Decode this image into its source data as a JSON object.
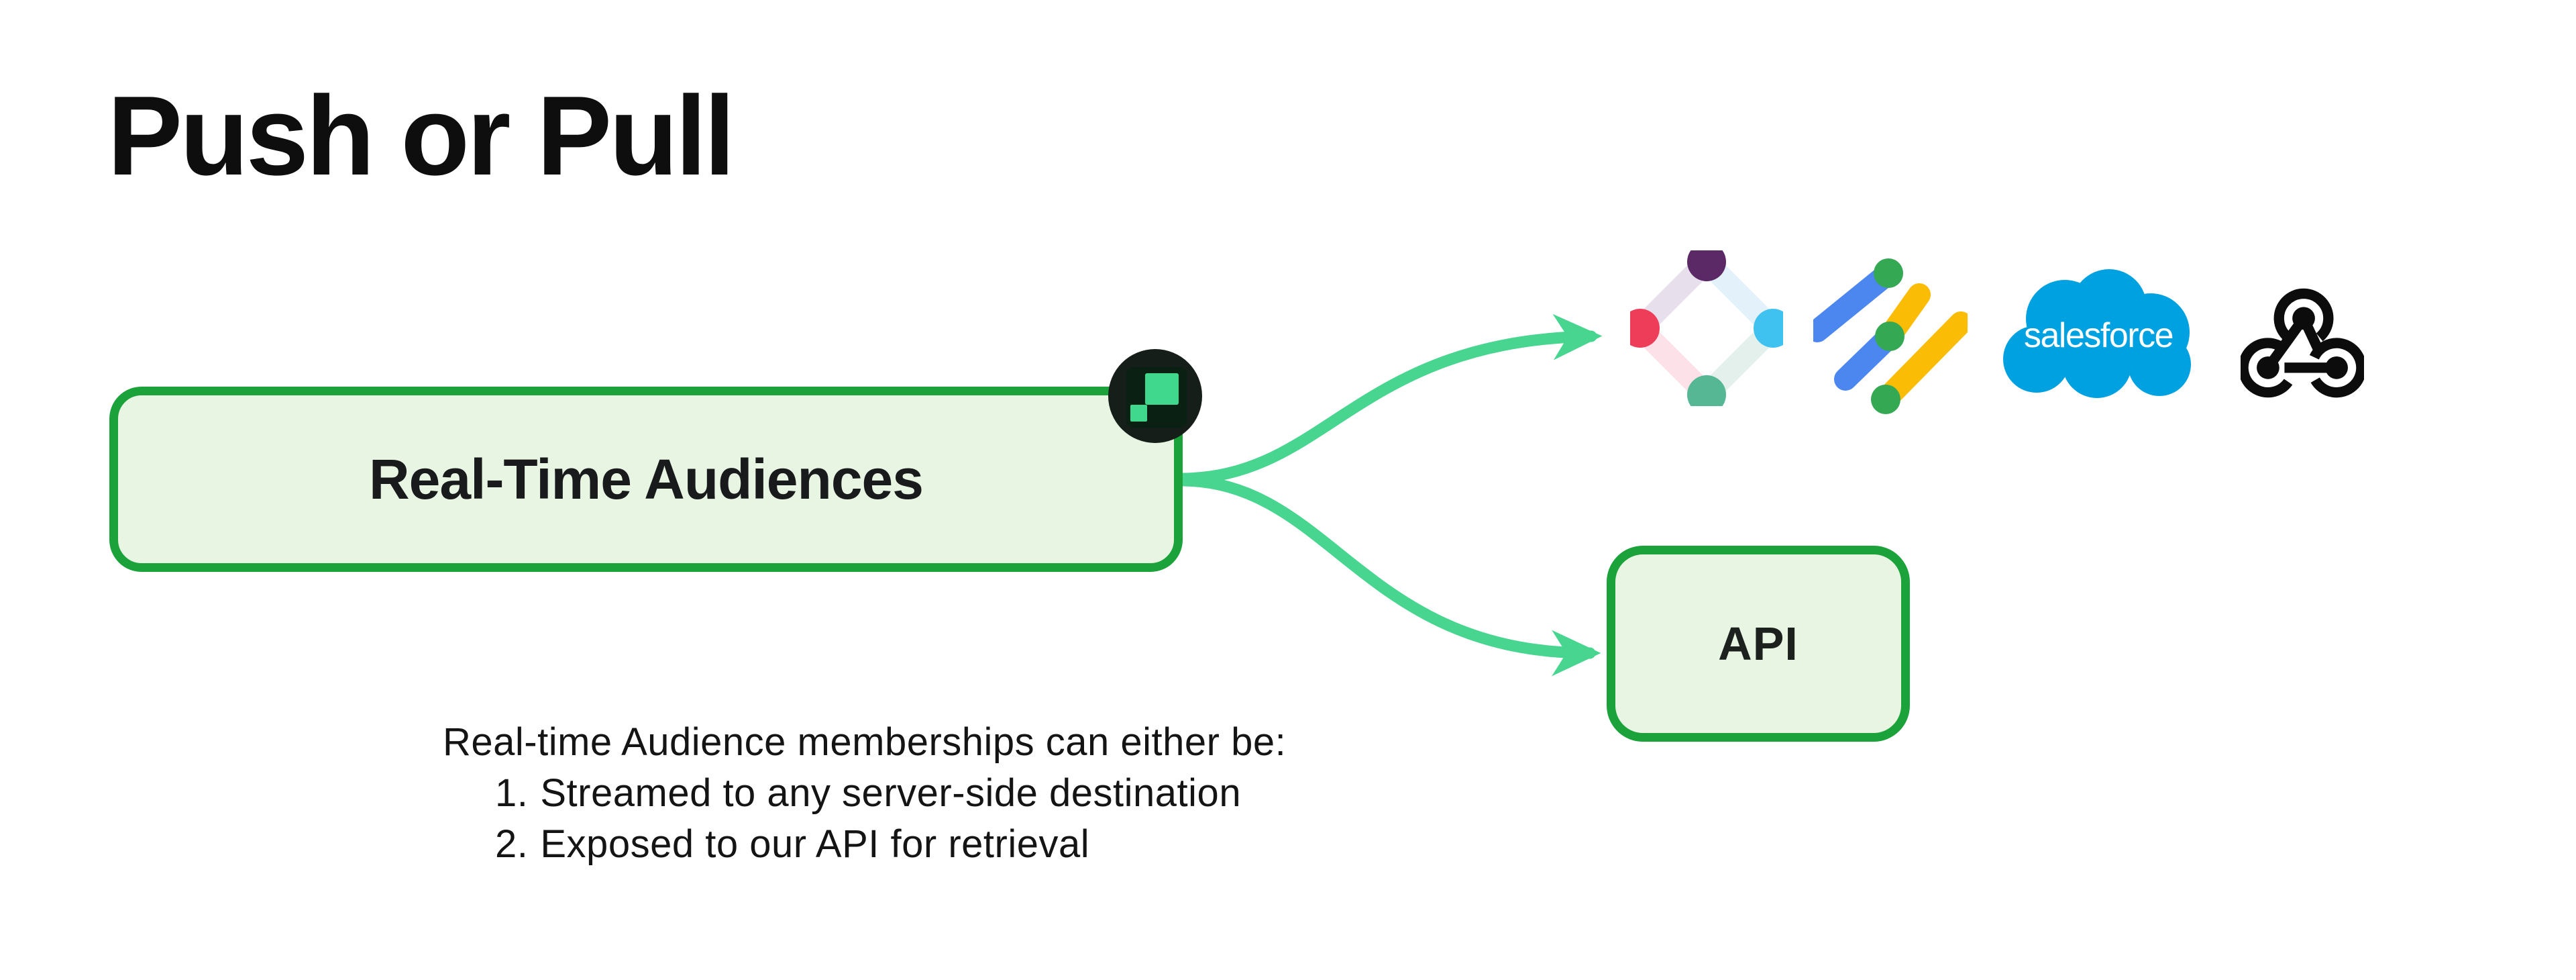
{
  "page": {
    "title": "Push or Pull",
    "background": "#ffffff"
  },
  "diagram": {
    "source_node": {
      "label": "Real-Time Audiences"
    },
    "api_node": {
      "label": "API"
    },
    "badge": {
      "icon": "pixel-squares-logo",
      "bg": "#161e19",
      "inner_bg": "#0a2012",
      "square_green": "#3fd88c"
    },
    "arrows": {
      "color": "#47d590",
      "targets": [
        "destination-logos",
        "api-node"
      ]
    },
    "destinations": [
      {
        "icon": "iterable-logo",
        "colors": [
          "#5b2a66",
          "#ee3d58",
          "#40c2f0",
          "#56b795"
        ]
      },
      {
        "icon": "google-ad-manager-logo",
        "colors": [
          "#4c86ef",
          "#fbbc05",
          "#34a853"
        ]
      },
      {
        "icon": "salesforce-logo",
        "wordmark": "salesforce",
        "color": "#00a1e0"
      },
      {
        "icon": "webhook-icon",
        "color": "#0c0c0c"
      }
    ],
    "node_style": {
      "fill": "#e9f5e3",
      "border": "#1ba23a"
    }
  },
  "notes": {
    "intro": "Real-time Audience memberships can either be:",
    "items": [
      {
        "num": "1.",
        "text": "Streamed to any server-side destination"
      },
      {
        "num": "2.",
        "text": "Exposed to our API for retrieval"
      }
    ]
  }
}
